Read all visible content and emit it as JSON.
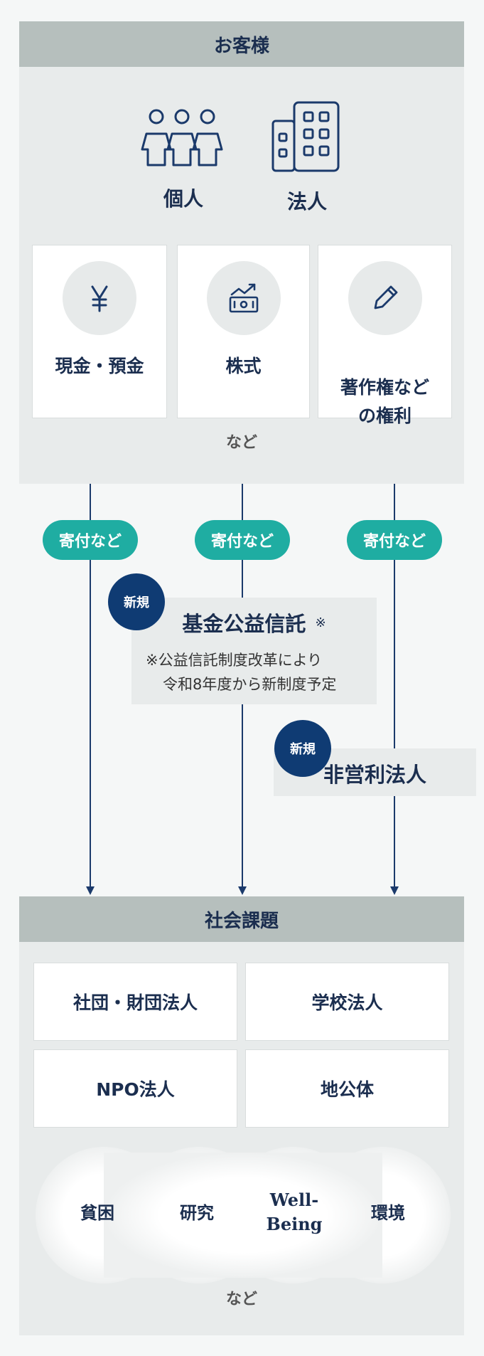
{
  "customers": {
    "title": "お客様",
    "individual_label": "個人",
    "corporation_label": "法人",
    "assets": [
      {
        "label": "現金・預金",
        "icon": "yen-icon"
      },
      {
        "label": "株式",
        "icon": "stock-chart-icon"
      },
      {
        "label": "著作権など\nの権利",
        "icon": "pencil-icon"
      }
    ],
    "etc": "など"
  },
  "flow": {
    "donate_labels": [
      "寄付など",
      "寄付など",
      "寄付など"
    ],
    "fund_trust": {
      "badge": "新規",
      "title": "基金公益信託",
      "mark": "※",
      "note_line1": "※公益信託制度改革により",
      "note_line2": "令和8年度から新制度予定"
    },
    "nonprofit": {
      "badge": "新規",
      "title": "非営利法人"
    }
  },
  "social_issues": {
    "title": "社会課題",
    "organizations": [
      "社団・財団法人",
      "学校法人",
      "NPO法人",
      "地公体"
    ],
    "issues": [
      "貧困",
      "研究",
      "Well-\nBeing",
      "環境"
    ],
    "etc": "など"
  },
  "colors": {
    "navy": "#1b2e4f",
    "teal": "#1fada2",
    "badge": "#0f3b73",
    "band": "#b6bfbd",
    "panel": "#e8ebeb"
  }
}
